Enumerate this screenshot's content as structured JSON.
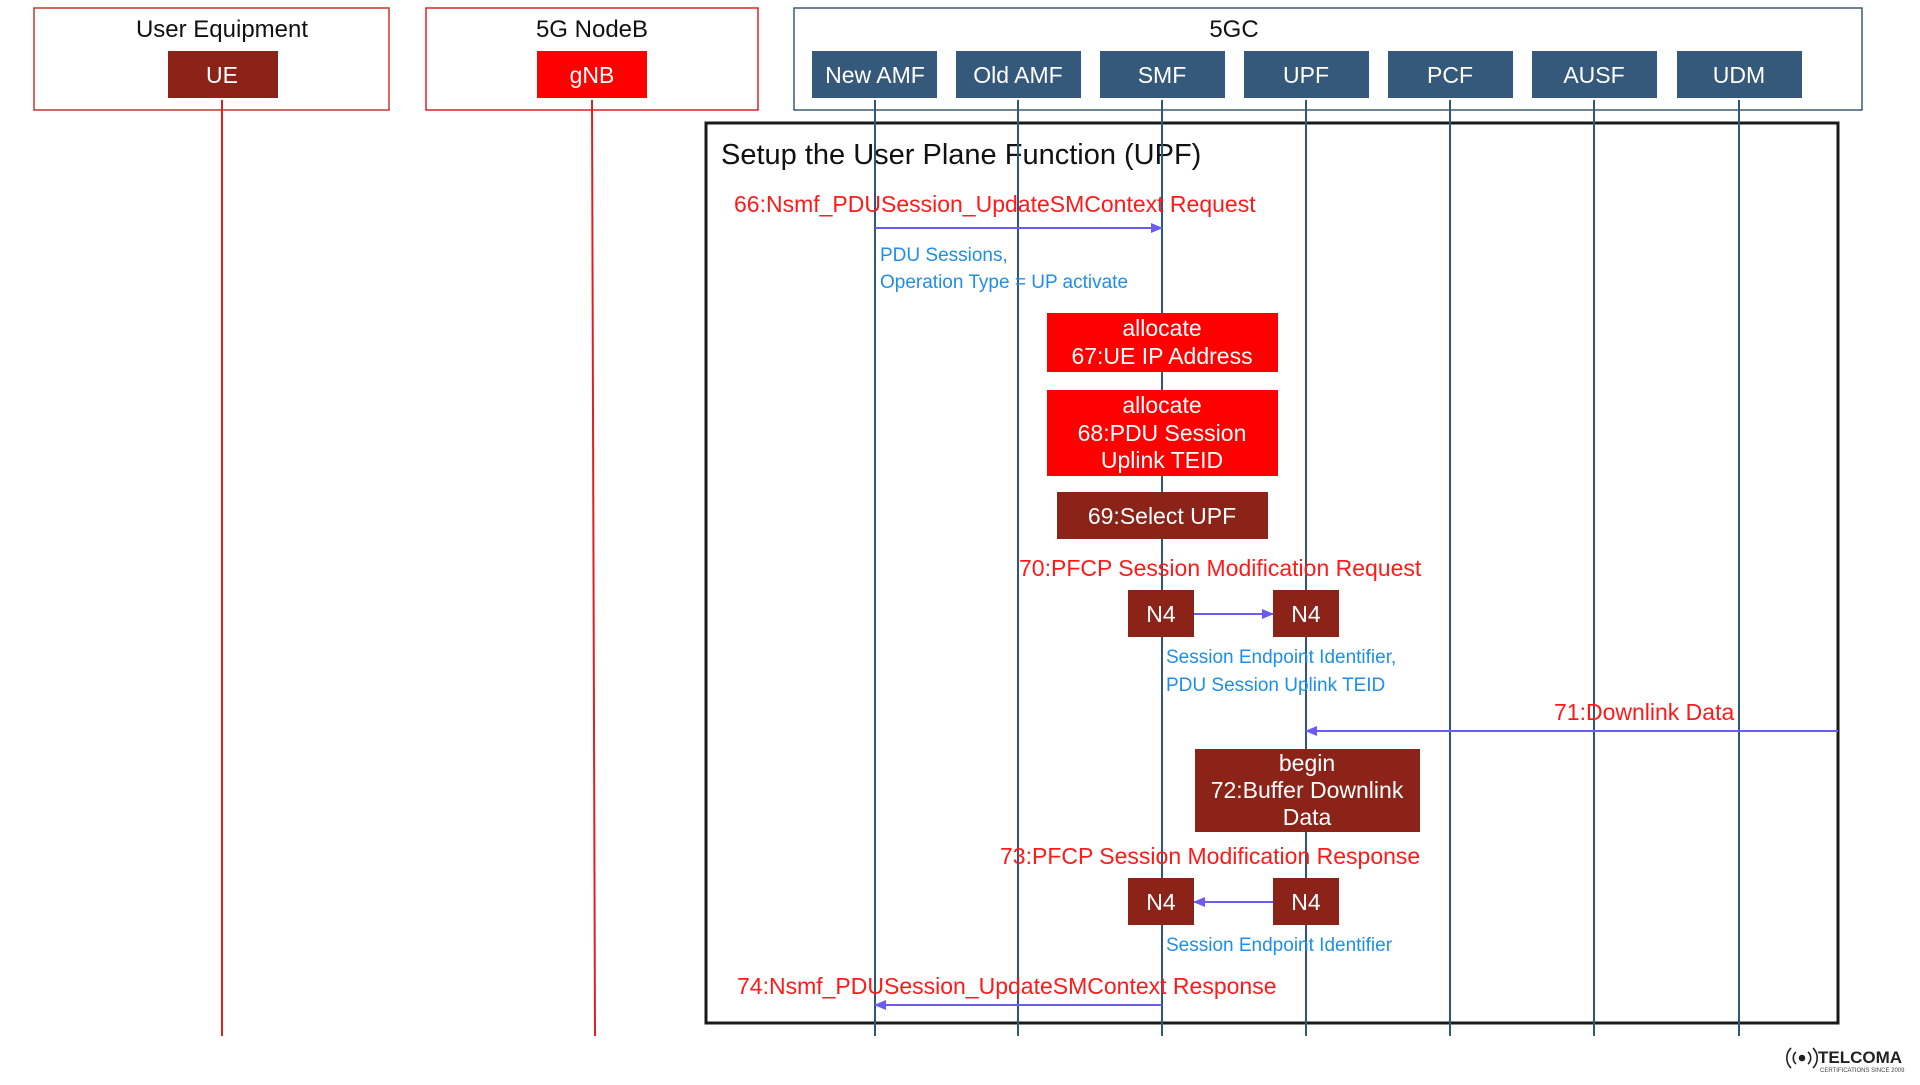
{
  "colors": {
    "ue_border": "#c0392b",
    "gnb_border": "#e02020",
    "core_border": "#3c5a78",
    "node_dark_red": "#8b2318",
    "node_bright_red": "#ff0000",
    "node_navy": "#35597a",
    "lifeline_red": "#e02020",
    "lifeline_navy": "#2f5779",
    "arrow": "#6a5cf0",
    "message_red": "#ff1a1a",
    "note_blue": "#1e8ee8",
    "frame": "#1a1a1a"
  },
  "groups": {
    "ue": {
      "title": "User Equipment"
    },
    "gnb": {
      "title": "5G NodeB"
    },
    "core": {
      "title": "5GC"
    }
  },
  "nodes": {
    "ue": "UE",
    "gnb": "gNB",
    "new_amf": "New AMF",
    "old_amf": "Old AMF",
    "smf": "SMF",
    "upf": "UPF",
    "pcf": "PCF",
    "ausf": "AUSF",
    "udm": "UDM"
  },
  "frame": {
    "title": "Setup the User Plane Function (UPF)"
  },
  "messages": {
    "m66": {
      "label": "66:Nsmf_PDUSession_UpdateSMContext Request",
      "note_line1": "PDU Sessions,",
      "note_line2": "Operation Type = UP activate"
    },
    "m70": {
      "label": "70:PFCP Session Modification Request",
      "note_line1": "Session Endpoint Identifier,",
      "note_line2": "PDU Session Uplink TEID"
    },
    "m71": {
      "label": "71:Downlink Data"
    },
    "m73": {
      "label": "73:PFCP Session Modification Response",
      "note_line1": "Session Endpoint Identifier"
    },
    "m74": {
      "label": "74:Nsmf_PDUSession_UpdateSMContext Response"
    }
  },
  "n4": {
    "label": "N4"
  },
  "actions": {
    "a67": {
      "line1": "allocate",
      "line2": "67:UE IP Address"
    },
    "a68": {
      "line1": "allocate",
      "line2": "68:PDU Session",
      "line3": "Uplink TEID"
    },
    "a69": {
      "line1": "69:Select UPF"
    },
    "a72": {
      "line1": "begin",
      "line2": "72:Buffer Downlink",
      "line3": "Data"
    }
  },
  "logo": {
    "name": "TELCOMA",
    "tagline": "CERTIFICATIONS SINCE 2009"
  }
}
